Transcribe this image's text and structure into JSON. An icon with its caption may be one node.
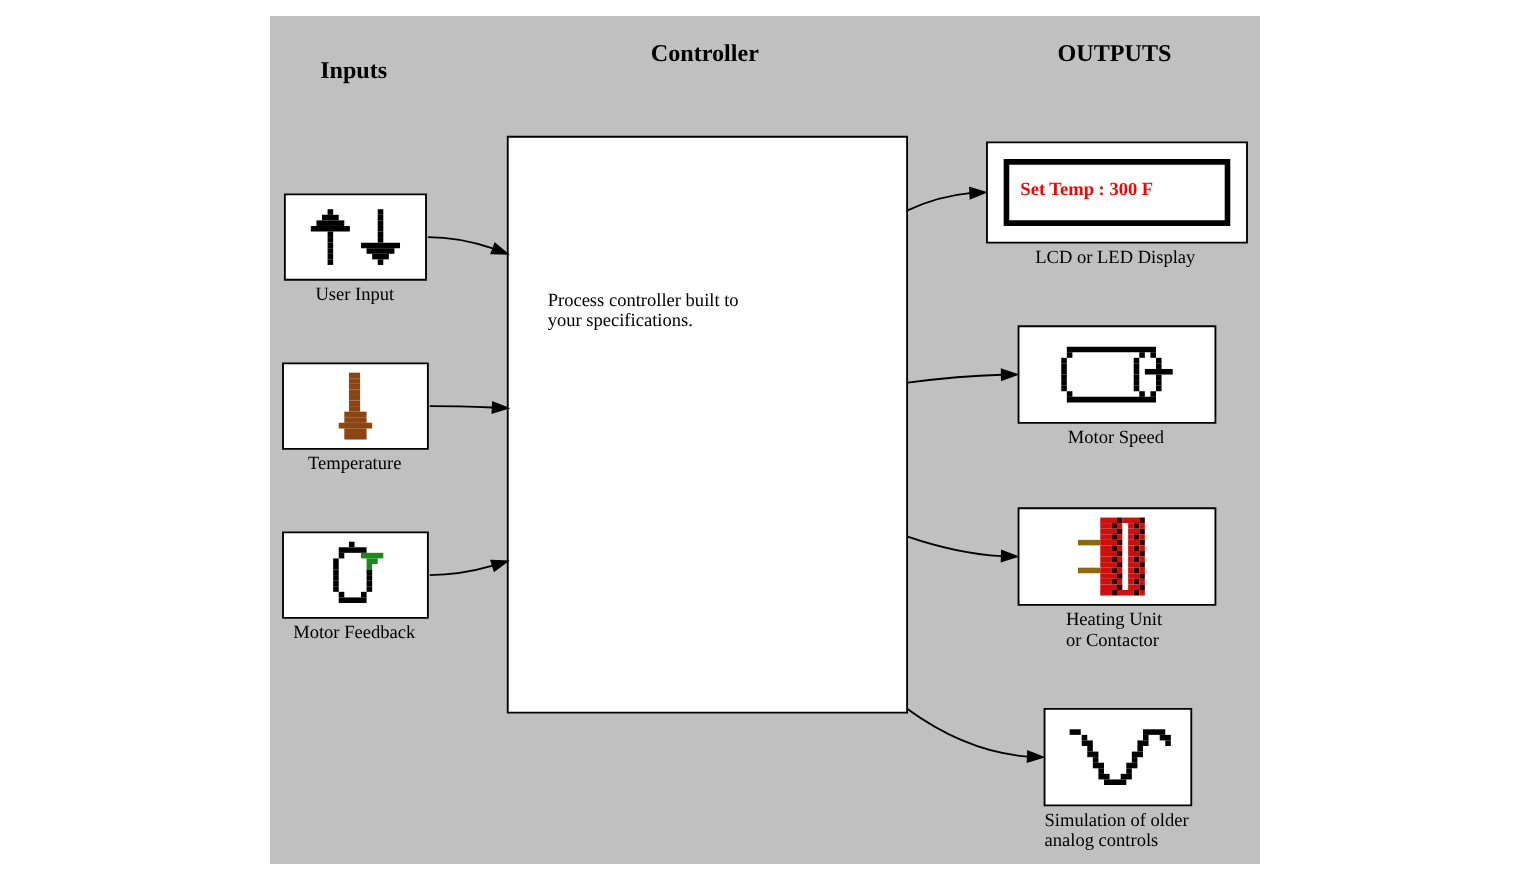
{
  "diagram": {
    "nodes": [
      {
        "text": [],
        "shape": "picture",
        "beside": [
          "User Input"
        ]
      },
      {
        "text": [],
        "shape": "picture",
        "beside": [
          "Temperature"
        ]
      },
      {
        "text": [],
        "shape": "picture",
        "beside": [
          "Motor Feedback"
        ]
      },
      {
        "text": [
          "Process controller built to your specifications."
        ]
      },
      {
        "text": [
          "Set Temp : 300 F"
        ],
        "beside": [
          "LCD or LED Display"
        ]
      },
      {
        "text": [],
        "shape": "picture",
        "beside": [
          "Motor Speed"
        ]
      },
      {
        "text": [],
        "shape": "picture",
        "beside": [
          "Heating Unit or Contactor"
        ]
      },
      {
        "text": [],
        "shape": "picture",
        "beside": [
          "Simulation of older analog controls"
        ]
      }
    ],
    "edges": [
      {
        "from": 0,
        "to": 3,
        "arrow": "to"
      },
      {
        "from": 1,
        "to": 3,
        "arrow": "to"
      },
      {
        "from": 2,
        "to": 3,
        "arrow": "to"
      },
      {
        "from": 3,
        "to": 4,
        "arrow": "to"
      },
      {
        "from": 3,
        "to": 5,
        "arrow": "to"
      },
      {
        "from": 3,
        "to": 6,
        "arrow": "to"
      },
      {
        "from": 3,
        "to": 7,
        "arrow": "to"
      }
    ],
    "labels": [
      "Inputs",
      "Controller",
      "OUTPUTS"
    ]
  }
}
